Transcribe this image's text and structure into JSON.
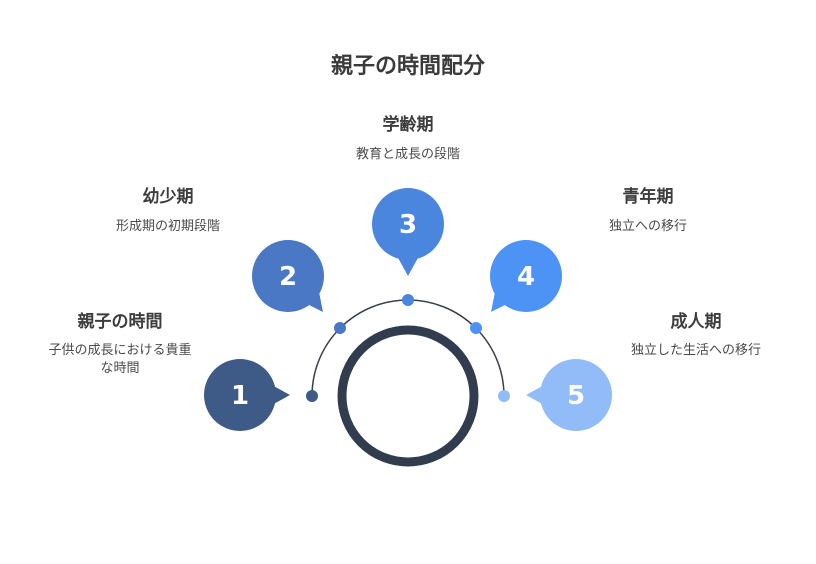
{
  "title": "親子の時間配分",
  "stages": [
    {
      "number": "1",
      "heading": "親子の時間",
      "description": "子供の成長における貴重な時間",
      "color": "#3e5a86"
    },
    {
      "number": "2",
      "heading": "幼少期",
      "description": "形成期の初期段階",
      "color": "#4a78c4"
    },
    {
      "number": "3",
      "heading": "学齢期",
      "description": "教育と成長の段階",
      "color": "#4b86de"
    },
    {
      "number": "4",
      "heading": "青年期",
      "description": "独立への移行",
      "color": "#4d93f5"
    },
    {
      "number": "5",
      "heading": "成人期",
      "description": "独立した生活への移行",
      "color": "#92bcf7"
    }
  ],
  "ring_color": "#323c4f",
  "arc_color": "#3a3f4a"
}
